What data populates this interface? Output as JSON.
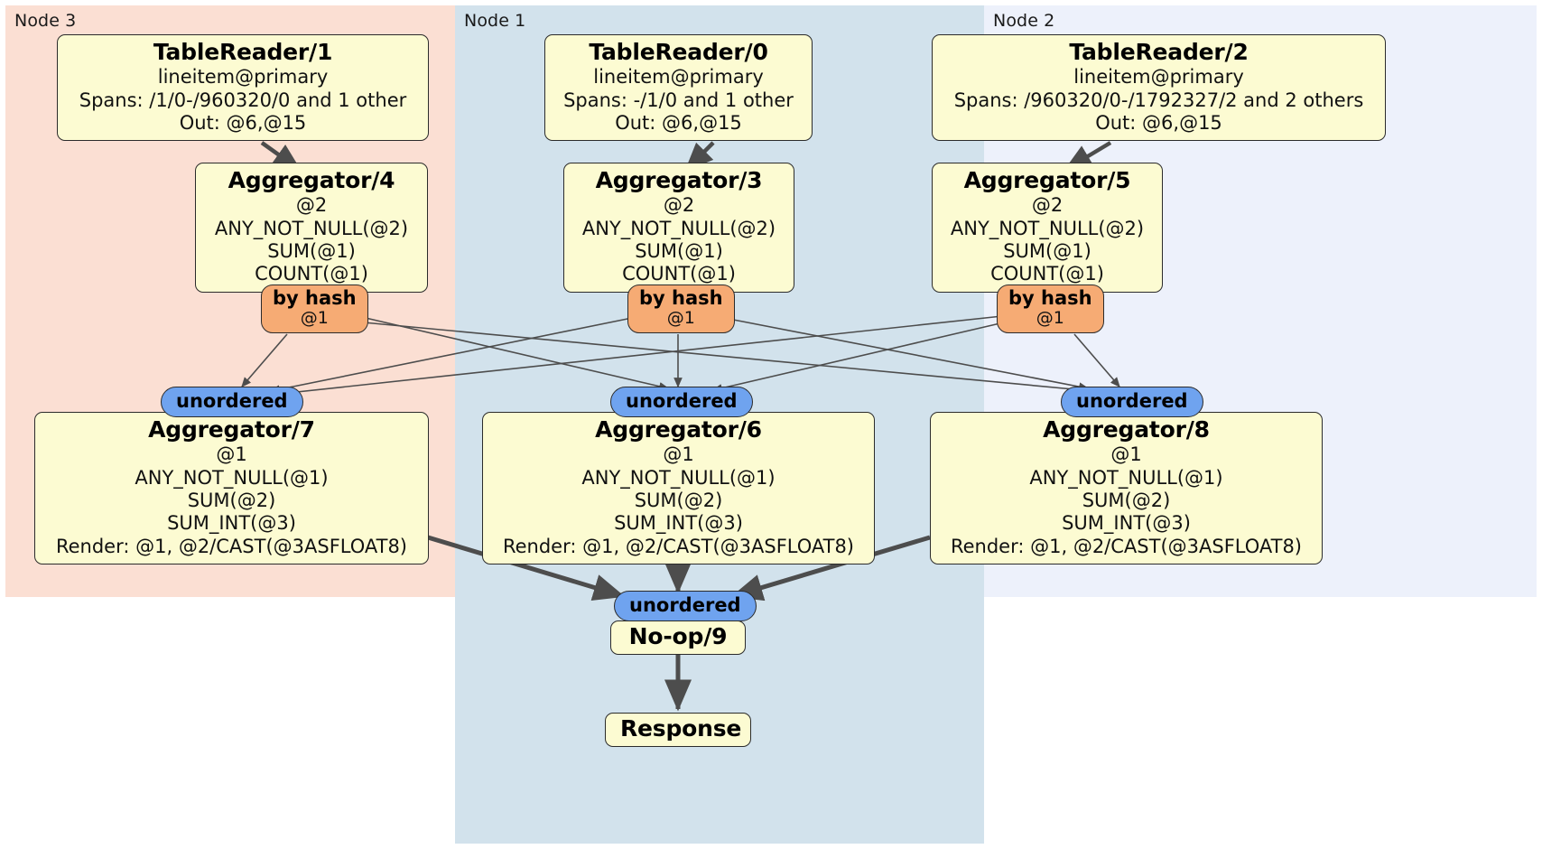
{
  "diagram": {
    "kind": "distributed-query-plan",
    "colors": {
      "node3_bg": "#fbdfd3",
      "node1_bg": "#d2e2ec",
      "node2_bg": "#edf1fb",
      "box_bg": "#fcfbd2",
      "box_border": "#2b2b2b",
      "hash_bg": "#f6ab74",
      "unordered_bg": "#6fa3ef",
      "edge": "#4d4d4d"
    },
    "regions": [
      {
        "id": "node3",
        "label": "Node 3"
      },
      {
        "id": "node1",
        "label": "Node 1"
      },
      {
        "id": "node2",
        "label": "Node 2"
      }
    ],
    "boxes": {
      "table_reader_1": {
        "title": "TableReader/1",
        "lines": [
          "lineitem@primary",
          "Spans: /1/0-/960320/0 and 1 other",
          "Out: @6,@15"
        ]
      },
      "table_reader_0": {
        "title": "TableReader/0",
        "lines": [
          "lineitem@primary",
          "Spans: -/1/0 and 1 other",
          "Out: @6,@15"
        ]
      },
      "table_reader_2": {
        "title": "TableReader/2",
        "lines": [
          "lineitem@primary",
          "Spans: /960320/0-/1792327/2 and 2 others",
          "Out: @6,@15"
        ]
      },
      "aggregator_4": {
        "title": "Aggregator/4",
        "lines": [
          "@2",
          "ANY_NOT_NULL(@2)",
          "SUM(@1)",
          "COUNT(@1)"
        ]
      },
      "aggregator_3": {
        "title": "Aggregator/3",
        "lines": [
          "@2",
          "ANY_NOT_NULL(@2)",
          "SUM(@1)",
          "COUNT(@1)"
        ]
      },
      "aggregator_5": {
        "title": "Aggregator/5",
        "lines": [
          "@2",
          "ANY_NOT_NULL(@2)",
          "SUM(@1)",
          "COUNT(@1)"
        ]
      },
      "aggregator_7": {
        "title": "Aggregator/7",
        "lines": [
          "@1",
          "ANY_NOT_NULL(@1)",
          "SUM(@2)",
          "SUM_INT(@3)",
          "Render: @1, @2/CAST(@3ASFLOAT8)"
        ]
      },
      "aggregator_6": {
        "title": "Aggregator/6",
        "lines": [
          "@1",
          "ANY_NOT_NULL(@1)",
          "SUM(@2)",
          "SUM_INT(@3)",
          "Render: @1, @2/CAST(@3ASFLOAT8)"
        ]
      },
      "aggregator_8": {
        "title": "Aggregator/8",
        "lines": [
          "@1",
          "ANY_NOT_NULL(@1)",
          "SUM(@2)",
          "SUM_INT(@3)",
          "Render: @1, @2/CAST(@3ASFLOAT8)"
        ]
      },
      "noop_9": {
        "title": "No-op/9",
        "lines": []
      },
      "response": {
        "title": "Response",
        "lines": []
      }
    },
    "routers": {
      "hash_left": {
        "label": "by hash",
        "sub": "@1"
      },
      "hash_mid": {
        "label": "by hash",
        "sub": "@1"
      },
      "hash_right": {
        "label": "by hash",
        "sub": "@1"
      },
      "unordered_left": {
        "label": "unordered"
      },
      "unordered_mid": {
        "label": "unordered"
      },
      "unordered_right": {
        "label": "unordered"
      },
      "unordered_final": {
        "label": "unordered"
      }
    }
  }
}
